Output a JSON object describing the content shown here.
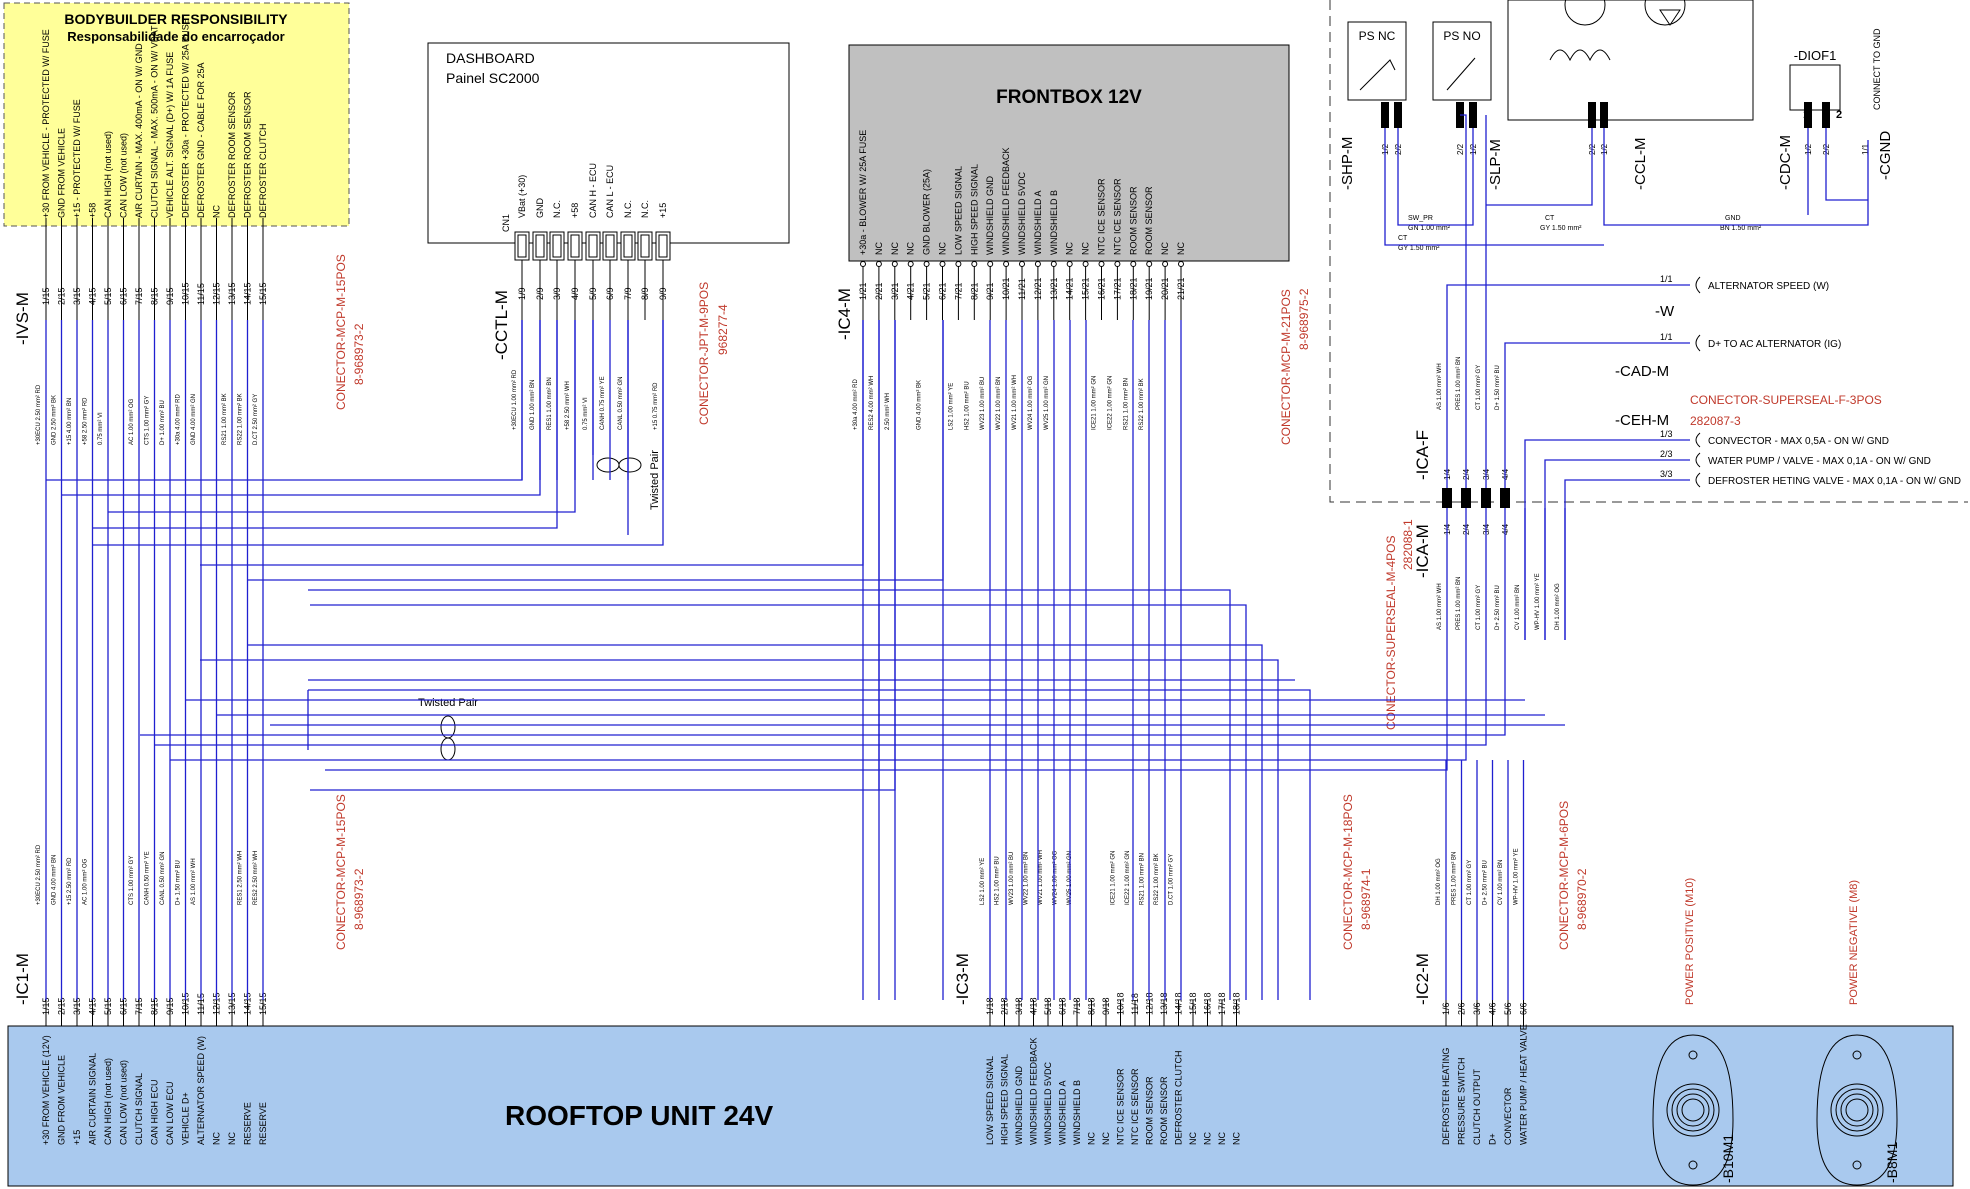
{
  "bodybuilder": {
    "title": "BODYBUILDER RESPONSIBILITY",
    "subtitle": "Responsabilidade do encarroçador",
    "labels": [
      "+30 FROM VEHICLE - PROTECTED W/ FUSE",
      "GND FROM VEHICLE",
      "+15 - PROTECTED W/ FUSE",
      "+58",
      "CAN HIGH (not used)",
      "CAN LOW (not used)",
      "AIR CURTAIN - MAX. 400mA - ON W/ GND",
      "CLUTCH SIGNAL - MAX. 500mA - ON W/ VBAT",
      "VEHICLE ALT. SIGNAL (D+) W/ 1A FUSE",
      "DEFROSTER +30a - PROTECTED W/ 25A FUSE",
      "DEFROSTER GND - CABLE FOR 25A",
      "NC",
      "DEFROSTER ROOM SENSOR",
      "DEFROSTER ROOM SENSOR",
      "DEFROSTER CLUTCH"
    ]
  },
  "ivs": {
    "name": "-IVS-M",
    "pins": [
      "1/15",
      "2/15",
      "3/15",
      "4/15",
      "5/15",
      "6/15",
      "7/15",
      "8/15",
      "9/15",
      "10/15",
      "11/15",
      "12/15",
      "13/15",
      "14/15",
      "15/15"
    ],
    "connector": "CONECTOR-MCP-M-15POS",
    "part": "8-968973-2"
  },
  "dashboard": {
    "title": "DASHBOARD",
    "subtitle": "Painel SC2000",
    "cn": "CN1",
    "labels": [
      "VBat (+30)",
      "GND",
      "N.C.",
      "+58",
      "CAN H - ECU",
      "CAN L - ECU",
      "N.C.",
      "N.C.",
      "+15"
    ]
  },
  "cctl": {
    "name": "-CCTL-M",
    "pins": [
      "1/9",
      "2/9",
      "3/9",
      "4/9",
      "5/9",
      "6/9",
      "7/9",
      "8/9",
      "9/9"
    ],
    "connector": "CONECTOR-JPT-M-9POS",
    "part": "968277-4",
    "twisted": "Twisted Pair"
  },
  "frontbox": {
    "title": "FRONTBOX 12V",
    "labels": [
      "+30a - BLOWER W/ 25A FUSE",
      "NC",
      "NC",
      "NC",
      "GND BLOWER (25A)",
      "NC",
      "LOW SPEED SIGNAL",
      "HIGH SPEED SIGNAL",
      "WINDSHIELD GND",
      "WINDSHIELD FEEDBACK",
      "WINDSHIELD 5VDC",
      "WINDSHIELD A",
      "WINDSHIELD B",
      "NC",
      "NC",
      "NTC ICE SENSOR",
      "NTC ICE SENSOR",
      "ROOM SENSOR",
      "ROOM SENSOR",
      "NC",
      "NC"
    ]
  },
  "ic4": {
    "name": "-IC4-M",
    "pins": [
      "1/21",
      "2/21",
      "3/21",
      "4/21",
      "5/21",
      "6/21",
      "7/21",
      "8/21",
      "9/21",
      "10/21",
      "11/21",
      "12/21",
      "13/21",
      "14/21",
      "15/21",
      "16/21",
      "17/21",
      "18/21",
      "19/21",
      "20/21",
      "21/21"
    ],
    "connector": "CONECTOR-MCP-M-21POS",
    "part": "8-968975-2"
  },
  "right_panel": {
    "psnc": "PS NC",
    "psno": "PS NO",
    "diof": "-DIOF1",
    "connect_gnd": "CONNECT TO GND",
    "shp": "-SHP-M",
    "slp": "-SLP-M",
    "ccl": "-CCL-M",
    "cdc": "-CDC-M",
    "cgnd": "-CGND",
    "pin12": "1/2",
    "pin22": "2/2",
    "pin11": "1/1",
    "pin1": "1",
    "pin2": "2",
    "wire_swpr": "SW_PR",
    "wire_gn": "GN 1.00 mm²",
    "wire_ct": "CT",
    "wire_gy": "GY 1.50 mm²",
    "wire_gnd": "GND",
    "wire_bn": "BN 1.50 mm²",
    "wire_gy2": "GY 1.50 mm²",
    "alt_speed": "ALTERNATOR SPEED (W)",
    "w": "-W",
    "dplus": "D+ TO AC ALTERNATOR (IG)",
    "cad": "-CAD-M",
    "superseal_f": "CONECTOR-SUPERSEAL-F-3POS",
    "ceh": "-CEH-M",
    "ceh_part": "282087-3",
    "pin13": "1/3",
    "pin23": "2/3",
    "pin33": "3/3",
    "convector": "CONVECTOR - MAX 0,5A - ON W/ GND",
    "water": "WATER PUMP / VALVE - MAX 0,1A - ON W/ GND",
    "defroster": "DEFROSTER HETING VALVE - MAX 0,1A - ON W/ GND",
    "icaf": "-ICA-F",
    "icam": "-ICA-M",
    "ica_pins": [
      "1/4",
      "2/4",
      "3/4",
      "4/4"
    ],
    "superseal_m": "CONECTOR-SUPERSEAL-M-4POS",
    "superseal_m_part": "282088-1"
  },
  "twisted_bottom": "Twisted Pair",
  "ic1": {
    "name": "-IC1-M",
    "pins": [
      "1/15",
      "2/15",
      "3/15",
      "4/15",
      "5/15",
      "6/15",
      "7/15",
      "8/15",
      "9/15",
      "10/15",
      "11/15",
      "12/15",
      "13/15",
      "14/15",
      "15/15"
    ],
    "connector": "CONECTOR-MCP-M-15POS",
    "part": "8-968973-2",
    "labels": [
      "+30 FROM VEHICLE (12V)",
      "GND FROM VEHICLE",
      "+15",
      "AIR CURTAIN SIGNAL",
      "CAN HIGH (not used)",
      "CAN LOW (not used)",
      "CLUTCH SIGNAL",
      "CAN HIGH ECU",
      "CAN LOW ECU",
      "VEHICLE D+",
      "ALTERNATOR SPEED (W)",
      "NC",
      "NC",
      "RESERVE",
      "RESERVE"
    ]
  },
  "ic3": {
    "name": "-IC3-M",
    "pins": [
      "1/18",
      "2/18",
      "3/18",
      "4/18",
      "5/18",
      "6/18",
      "7/18",
      "8/18",
      "9/18",
      "10/18",
      "11/18",
      "12/18",
      "13/18",
      "14/18",
      "15/18",
      "16/18",
      "17/18",
      "18/18"
    ],
    "connector": "CONECTOR-MCP-M-18POS",
    "part": "8-968974-1",
    "labels": [
      "LOW SPEED SIGNAL",
      "HIGH SPEED SIGNAL",
      "WINDSHIELD GND",
      "WINDSHIELD FEEDBACK",
      "WINDSHIELD 5VDC",
      "WINDSHIELD A",
      "WINDSHIELD B",
      "NC",
      "NC",
      "NTC ICE SENSOR",
      "NTC ICE SENSOR",
      "ROOM SENSOR",
      "ROOM SENSOR",
      "DEFROSTER CLUTCH",
      "NC",
      "NC",
      "NC",
      "NC"
    ]
  },
  "ic2": {
    "name": "-IC2-M",
    "pins": [
      "1/6",
      "2/6",
      "3/6",
      "4/6",
      "5/6",
      "6/6"
    ],
    "connector": "CONECTOR-MCP-M-6POS",
    "part": "8-968970-2",
    "labels": [
      "DEFROSTER HEATING",
      "PRESSURE SWITCH",
      "CLUTCH OUTPUT",
      "D+",
      "CONVECTOR",
      "WATER PUMP / HEAT VALVE"
    ]
  },
  "rooftop": {
    "title": "ROOFTOP UNIT 24V",
    "pos": "POWER POSITIVE (M10)",
    "neg": "POWER NEGATIVE (M8)",
    "b10": "-B10M1",
    "b8": "-B8M1"
  },
  "wire_specs": {
    "ivs": [
      "+30ECU 2.50 mm² RD",
      "GND 2.50 mm² BK",
      "+15 4.00 mm² BN",
      "+58 2.50 mm² RD",
      "0.75 mm² VI",
      "",
      "AC 1.00 mm² OG",
      "CTS 1.00 mm² GY",
      "D+ 1.00 mm² BU",
      "+30a 4.00 mm² RD",
      "GND 4.00 mm² GN",
      "",
      "RS21 1.00 mm² BK",
      "RS22 1.00 mm² BK",
      "D.CT 2.50 mm² GY"
    ],
    "cctl": [
      "+30ECU 1.00 mm² RD",
      "GND 1.00 mm² BN",
      "RES1 1.00 mm² BN",
      "+58 2.50 mm² WH",
      "0.75 mm² VI",
      "CANH 0.75 mm² YE",
      "CANL 0.50 mm² GN",
      "",
      "+15 0.75 mm² RD"
    ],
    "ic4": [
      "+30a 4.00 mm² RD",
      "RES2 4.00 mm² WH",
      "2.50 mm² WH",
      "",
      "GND 4.00 mm² BK",
      "",
      "LS2 1.00 mm² YE",
      "HS2 1.00 mm² BU",
      "WV23 1.00 mm² BU",
      "WV22 1.00 mm² BN",
      "WV21 1.00 mm² WH",
      "WV24 1.00 mm² OG",
      "WV25 1.00 mm² GN",
      "",
      "",
      "ICE21 1.00 mm² GN",
      "ICE22 1.00 mm² GN",
      "RS21 1.00 mm² BN",
      "RS22 1.00 mm² BK",
      "",
      ""
    ],
    "icaf": [
      "AS 1.00 mm² WH",
      "PRES 1.00 mm² BN",
      "CT 1.00 mm² GY",
      "D+ 1.50 mm² BU"
    ],
    "icam": [
      "AS 1.00 mm² WH",
      "PRES 1.00 mm² BN",
      "CT 1.00 mm² GY",
      "D+ 2.50 mm² BU",
      "CV 1.00 mm² BN",
      "WP-HV 1.00 mm² YE",
      "DH 1.00 mm² OG"
    ],
    "ic1": [
      "+30ECU 2.50 mm² RD",
      "GND 4.00 mm² BN",
      "+15 2.50 mm² RD",
      "AC 1.00 mm² OG",
      "",
      "",
      "CTS 1.00 mm² GY",
      "CANH 0.50 mm² YE",
      "CANL 0.50 mm² GN",
      "D+ 1.50 mm² BU",
      "AS 1.00 mm² WH",
      "",
      "",
      "RES1 2.50 mm² WH",
      "RES2 2.50 mm² WH"
    ],
    "ic3": [
      "LS2 1.00 mm² YE",
      "HS2 1.00 mm² BU",
      "WV23 1.00 mm² BU",
      "WV22 1.00 mm² BN",
      "WV21 1.00 mm² WH",
      "WV24 1.00 mm² OG",
      "WV25 1.00 mm² GN",
      "",
      "",
      "ICE21 1.00 mm² GN",
      "ICE22 1.00 mm² GN",
      "RS21 1.00 mm² BN",
      "RS22 1.00 mm² BK",
      "D.CT 1.00 mm² GY",
      "",
      "",
      "",
      ""
    ],
    "ic2": [
      "DH 1.00 mm² OG",
      "PRES 1.00 mm² BN",
      "CT 1.00 mm² GY",
      "D+ 2.50 mm² BU",
      "CV 1.00 mm² BN",
      "WP-HV 1.00 mm² YE"
    ]
  }
}
